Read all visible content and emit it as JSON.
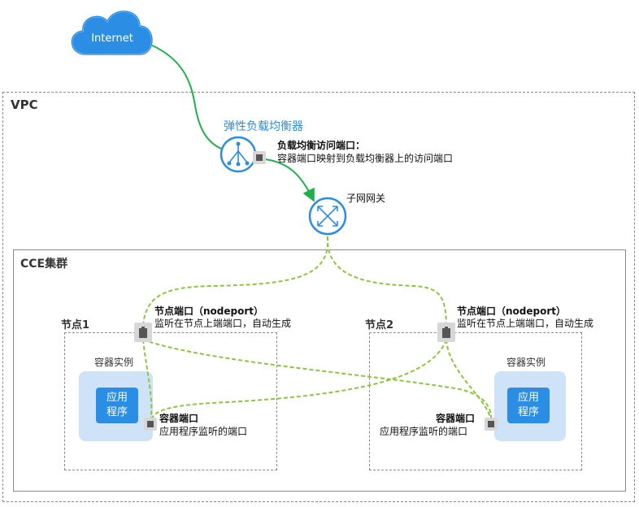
{
  "internet": {
    "label": "Internet"
  },
  "vpc": {
    "label": "VPC"
  },
  "elb": {
    "title": "弹性负载均衡器",
    "port_title": "负载均衡访问端口：",
    "port_desc": "容器端口映射到负载均衡器上的访问端口"
  },
  "subnet_gateway": {
    "label": "子网网关"
  },
  "cce": {
    "label": "CCE集群"
  },
  "node1": {
    "label": "节点1",
    "nodeport_title": "节点端口（nodeport）",
    "nodeport_desc": "监听在节点上端端口，自动生成",
    "container_label": "容器实例",
    "app_line1": "应用",
    "app_line2": "程序",
    "container_port_title": "容器端口",
    "container_port_desc": "应用程序监听的端口"
  },
  "node2": {
    "label": "节点2",
    "nodeport_title": "节点端口（nodeport）",
    "nodeport_desc": "监听在节点上端端口，自动生成",
    "container_label": "容器实例",
    "app_line1": "应用",
    "app_line2": "程序",
    "container_port_title": "容器端口",
    "container_port_desc": "应用程序监听的端口"
  },
  "colors": {
    "accent_blue": "#2b8de3",
    "flow_green": "#1db14b",
    "dashed_green": "#8cc63f",
    "container_bg": "#cfe3f8"
  }
}
